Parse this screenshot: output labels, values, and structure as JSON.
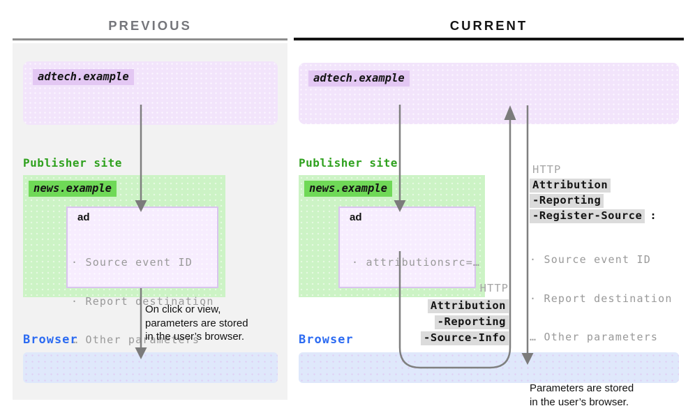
{
  "titles": {
    "previous": "PREVIOUS",
    "current": "CURRENT"
  },
  "labels": {
    "adtech_domain": "adtech.example",
    "publisher_site": "Publisher site",
    "news_domain": "news.example",
    "ad": "ad",
    "browser": "Browser",
    "http": "HTTP"
  },
  "previous": {
    "ad_params": [
      "· Source event ID",
      "· Report destination",
      "… Other parameters"
    ],
    "caption_lines": [
      "On click or view,",
      "parameters are stored",
      "in the user’s browser."
    ]
  },
  "current": {
    "ad_params": [
      "· attributionsrc=…"
    ],
    "request_headers": {
      "lines": [
        "Attribution",
        "-Reporting",
        "-Source-Info"
      ]
    },
    "response_headers": {
      "lines": [
        "Attribution",
        "-Reporting",
        "-Register-Source"
      ],
      "suffix": ":"
    },
    "response_params": [
      "· Source event ID",
      "· Report destination",
      "… Other parameters"
    ],
    "caption_lines": [
      "Parameters are stored",
      "in the user’s browser."
    ]
  },
  "colors": {
    "adtech_box": "#f2e4fb",
    "adtech_chip": "#e3c7f3",
    "publisher_box": "#ccf3c5",
    "news_chip": "#6fd957",
    "publisher_text": "#2fa11e",
    "browser_text": "#2c6bf2",
    "browser_box": "#dfe8fb",
    "header_chip": "#dbdbdb",
    "muted_text": "#999999",
    "arrow": "#7f7f7f",
    "previous_title": "#75767b",
    "current_title": "#141414",
    "panel_bg": "#f2f2f2"
  }
}
